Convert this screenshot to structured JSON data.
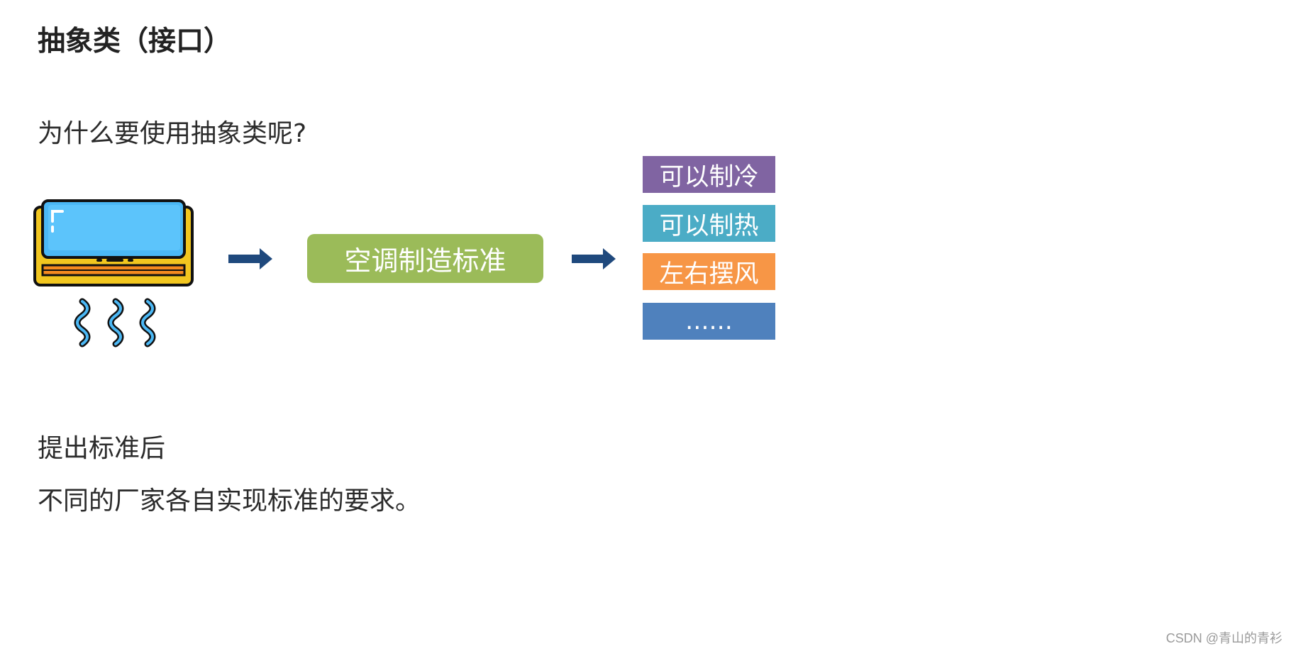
{
  "title": "抽象类（接口）",
  "question": "为什么要使用抽象类呢?",
  "diagram": {
    "device_icon": "air-conditioner-icon",
    "standard_label": "空调制造标准",
    "arrow_color": "#1f497d",
    "features": [
      {
        "label": "可以制冷",
        "color": "#8064a2"
      },
      {
        "label": "可以制热",
        "color": "#4bacc6"
      },
      {
        "label": "左右摆风",
        "color": "#f79646"
      },
      {
        "label": "......",
        "color": "#4f81bd"
      }
    ]
  },
  "paragraphs": [
    "提出标准后",
    "不同的厂家各自实现标准的要求。"
  ],
  "watermark": "CSDN @青山的青衫"
}
